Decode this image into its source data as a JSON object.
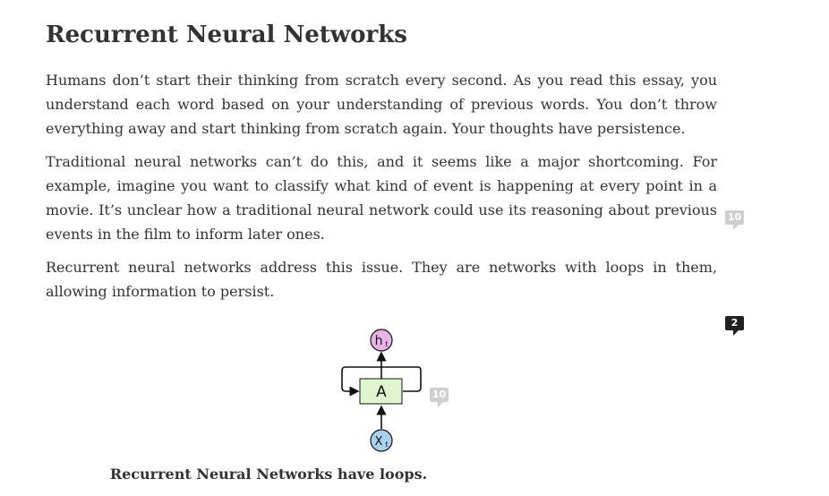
{
  "article": {
    "title": "Recurrent Neural Networks",
    "paragraphs": [
      "Humans don’t start their thinking from scratch every second. As you read this essay, you understand each word based on your understanding of previous words. You don’t throw everything away and start thinking from scratch again. Your thoughts have persistence.",
      "Traditional neural networks can’t do this, and it seems like a major shortcoming. For example, imagine you want to classify what kind of event is happening at every point in a movie. It’s unclear how a traditional neural network could use its reasoning about previous events in the film to inform later ones.",
      "Recurrent neural networks address this issue. They are networks with loops in them, allowing information to persist."
    ]
  },
  "comments": {
    "p2_count": "10",
    "p3_count": "2",
    "figure_count": "10"
  },
  "figure": {
    "output_node": "h",
    "output_subscript": "t",
    "cell_label": "A",
    "input_node": "X",
    "input_subscript": "t",
    "caption": "Recurrent Neural Networks have loops.",
    "colors": {
      "output_fill": "#e8b4e8",
      "cell_fill": "#dff5d0",
      "input_fill": "#a9d2ee",
      "stroke": "#111111"
    }
  }
}
